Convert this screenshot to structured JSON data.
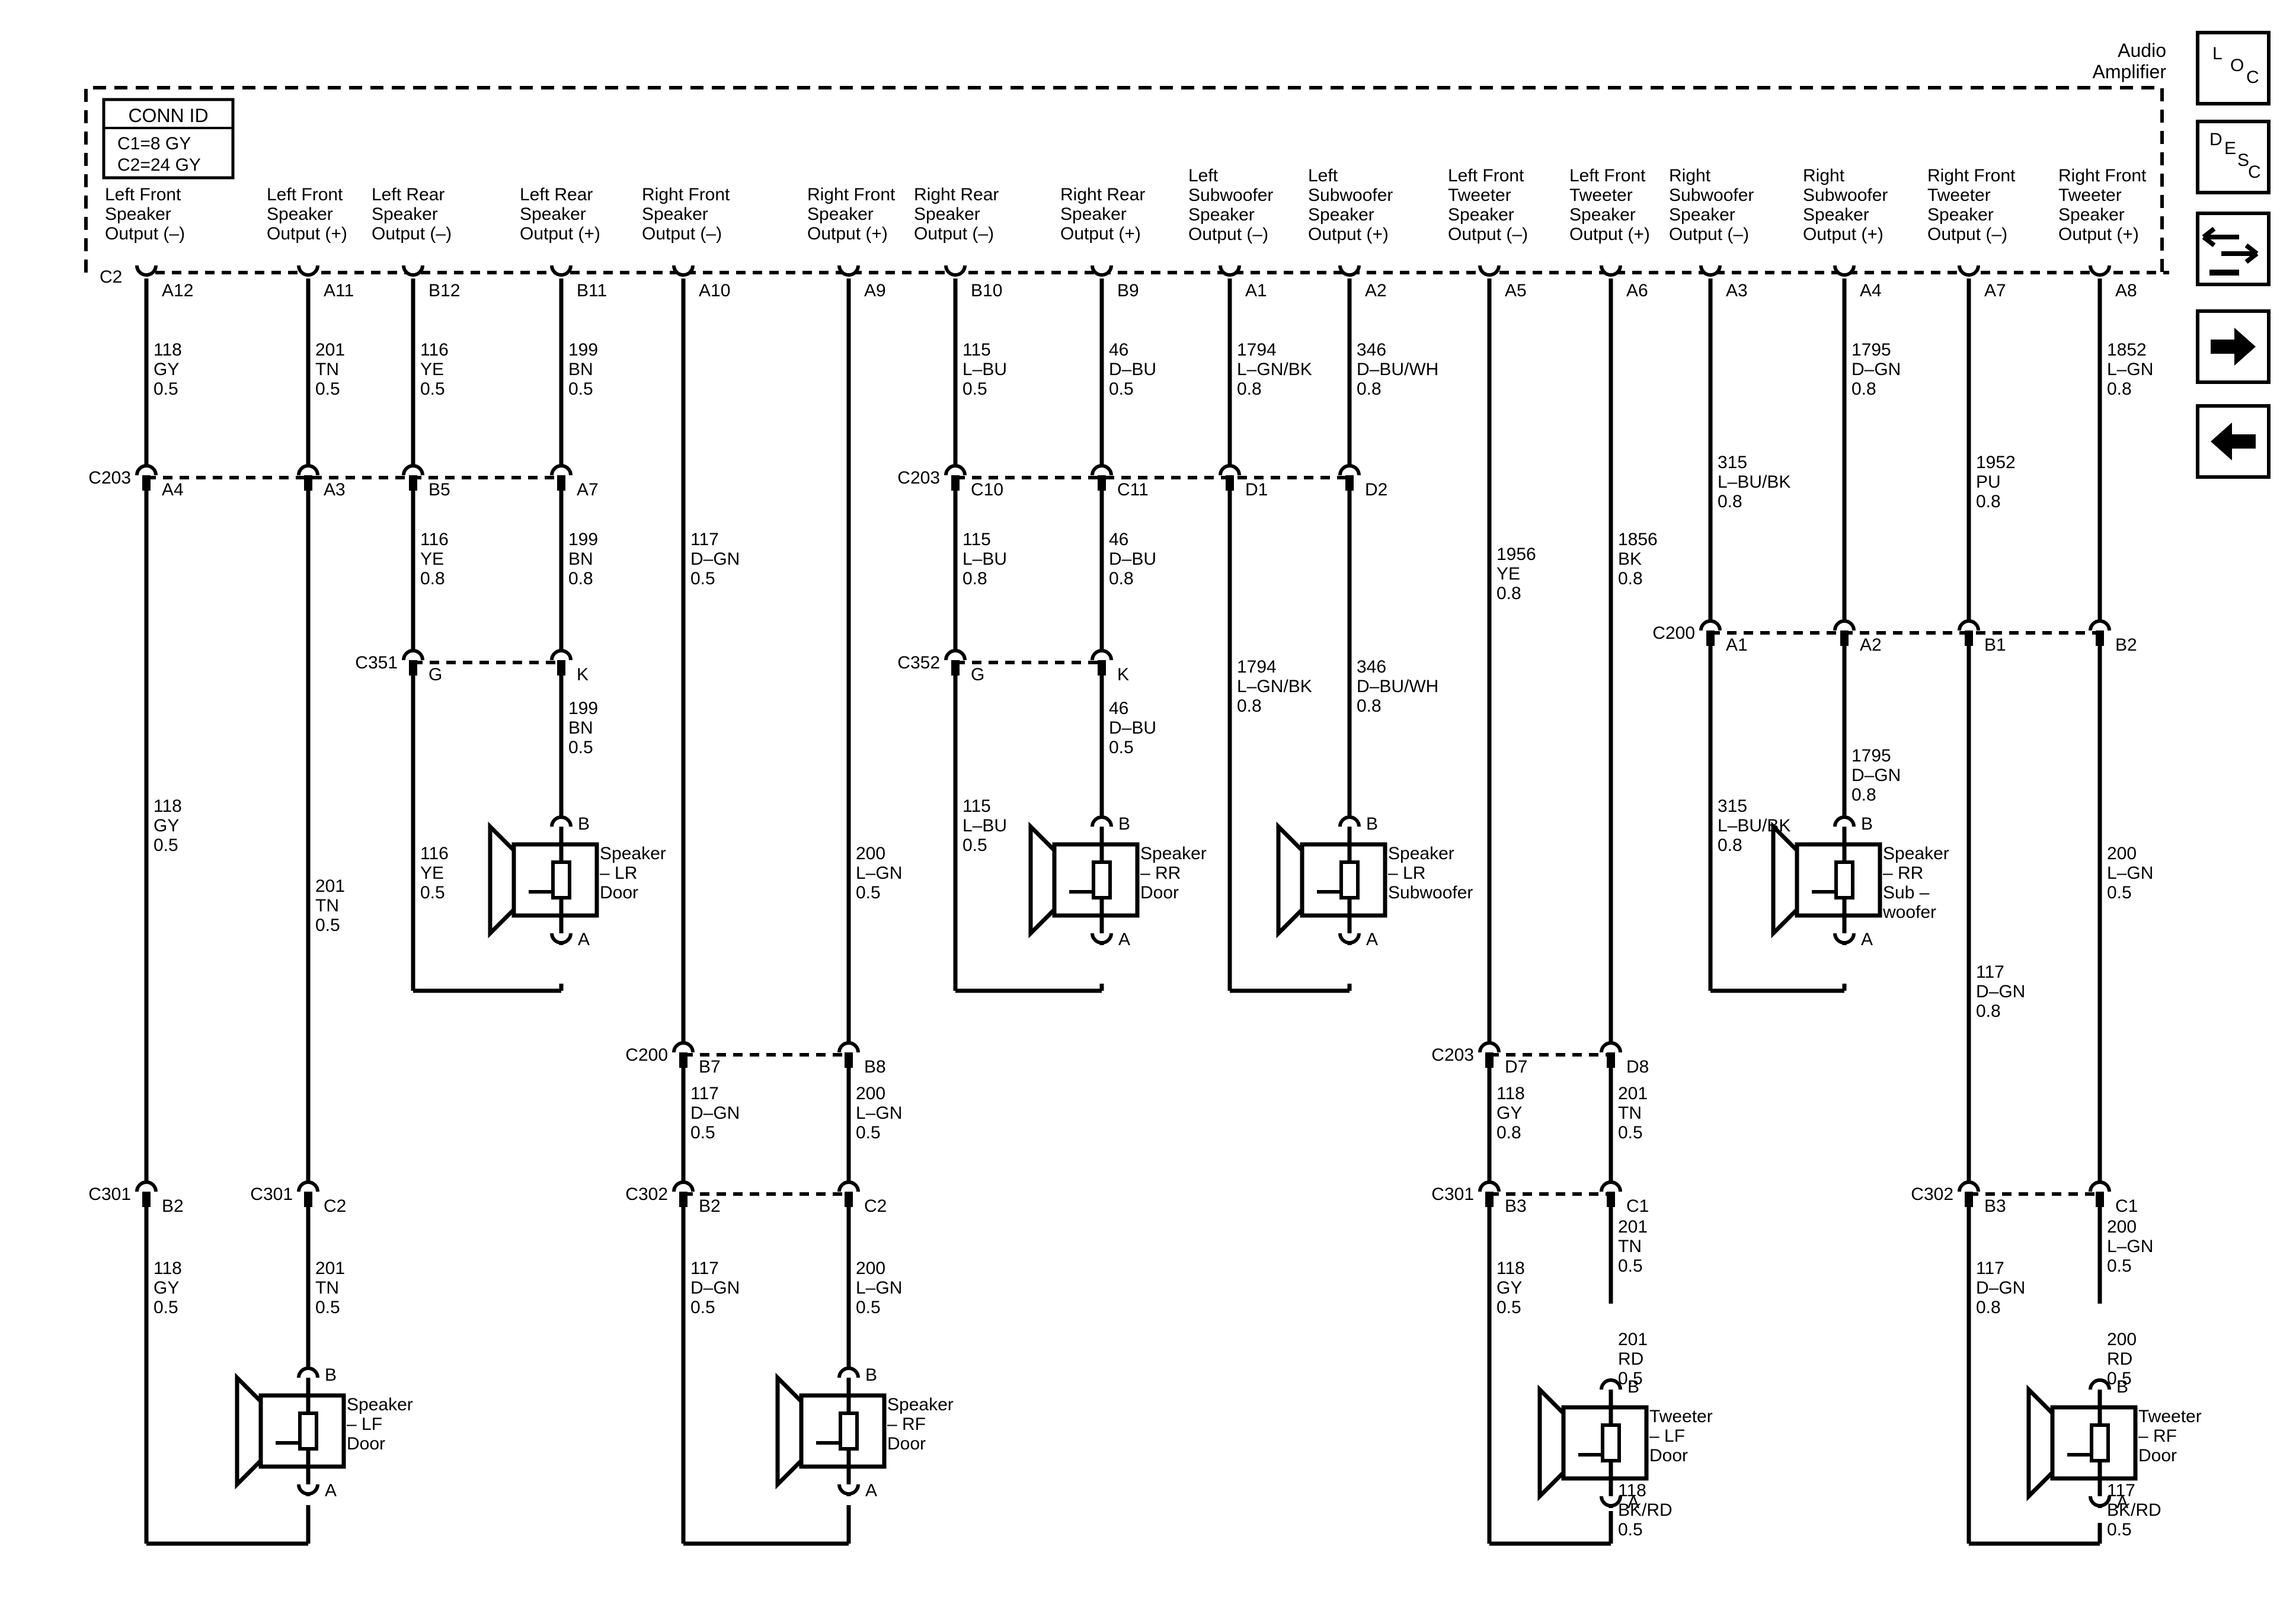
{
  "module": {
    "line1": "Audio",
    "line2": "Amplifier"
  },
  "conn_id": {
    "title": "CONN ID",
    "line1": "C1=8 GY",
    "line2": "C2=24 GY"
  },
  "side_buttons": [
    {
      "icon": "loc-icon",
      "glyph": "LOC"
    },
    {
      "icon": "desc-icon",
      "glyph": "DESC"
    },
    {
      "icon": "wrench-vehicle-icon",
      "glyph": ""
    },
    {
      "icon": "arrow-right-icon",
      "glyph": ""
    },
    {
      "icon": "arrow-left-icon",
      "glyph": ""
    }
  ],
  "amp_connector": "C2",
  "outputs": [
    {
      "label": [
        "Left Front",
        "Speaker",
        "Output (–)"
      ],
      "pin": "A12"
    },
    {
      "label": [
        "Left Front",
        "Speaker",
        "Output (+)"
      ],
      "pin": "A11"
    },
    {
      "label": [
        "Left Rear",
        "Speaker",
        "Output (–)"
      ],
      "pin": "B12"
    },
    {
      "label": [
        "Left Rear",
        "Speaker",
        "Output (+)"
      ],
      "pin": "B11"
    },
    {
      "label": [
        "Right Front",
        "Speaker",
        "Output (–)"
      ],
      "pin": "A10"
    },
    {
      "label": [
        "Right Front",
        "Speaker",
        "Output (+)"
      ],
      "pin": "A9"
    },
    {
      "label": [
        "Right Rear",
        "Speaker",
        "Output (–)"
      ],
      "pin": "B10"
    },
    {
      "label": [
        "Right Rear",
        "Speaker",
        "Output (+)"
      ],
      "pin": "B9"
    },
    {
      "label": [
        "Left",
        "Subwoofer",
        "Speaker",
        "Output (–)"
      ],
      "pin": "A1"
    },
    {
      "label": [
        "Left",
        "Subwoofer",
        "Speaker",
        "Output (+)"
      ],
      "pin": "A2"
    },
    {
      "label": [
        "Left Front",
        "Tweeter",
        "Speaker",
        "Output (–)"
      ],
      "pin": "A5"
    },
    {
      "label": [
        "Left Front",
        "Tweeter",
        "Speaker",
        "Output (+)"
      ],
      "pin": "A6"
    },
    {
      "label": [
        "Right",
        "Subwoofer",
        "Speaker",
        "Output (–)"
      ],
      "pin": "A3"
    },
    {
      "label": [
        "Right",
        "Subwoofer",
        "Speaker",
        "Output (+)"
      ],
      "pin": "A4"
    },
    {
      "label": [
        "Right Front",
        "Tweeter",
        "Speaker",
        "Output (–)"
      ],
      "pin": "A7"
    },
    {
      "label": [
        "Right Front",
        "Tweeter",
        "Speaker",
        "Output (+)"
      ],
      "pin": "A8"
    }
  ],
  "wire_labels": [
    {
      "col": 0,
      "row": 0,
      "lines": [
        "118",
        "GY",
        "0.5"
      ]
    },
    {
      "col": 1,
      "row": 0,
      "lines": [
        "201",
        "TN",
        "0.5"
      ]
    },
    {
      "col": 2,
      "row": 0,
      "lines": [
        "116",
        "YE",
        "0.5"
      ]
    },
    {
      "col": 3,
      "row": 0,
      "lines": [
        "199",
        "BN",
        "0.5"
      ]
    },
    {
      "col": 6,
      "row": 0,
      "lines": [
        "115",
        "L–BU",
        "0.5"
      ]
    },
    {
      "col": 7,
      "row": 0,
      "lines": [
        "46",
        "D–BU",
        "0.5"
      ]
    },
    {
      "col": 8,
      "row": 0,
      "lines": [
        "1794",
        "L–GN/BK",
        "0.8"
      ]
    },
    {
      "col": 9,
      "row": 0,
      "lines": [
        "346",
        "D–BU/WH",
        "0.8"
      ]
    },
    {
      "col": 12,
      "row": 1,
      "lines": [
        "315",
        "L–BU/BK",
        "0.8"
      ]
    },
    {
      "col": 13,
      "row": 0,
      "lines": [
        "1795",
        "D–GN",
        "0.8"
      ]
    },
    {
      "col": 14,
      "row": 1,
      "lines": [
        "1952",
        "PU",
        "0.8"
      ]
    },
    {
      "col": 15,
      "row": 0,
      "lines": [
        "1852",
        "L–GN",
        "0.8"
      ]
    },
    {
      "col": 2,
      "row": 2,
      "lines": [
        "116",
        "YE",
        "0.8"
      ]
    },
    {
      "col": 3,
      "row": 2,
      "lines": [
        "199",
        "BN",
        "0.8"
      ]
    },
    {
      "col": 4,
      "row": 2,
      "lines": [
        "117",
        "D–GN",
        "0.5"
      ]
    },
    {
      "col": 6,
      "row": 2,
      "lines": [
        "115",
        "L–BU",
        "0.8"
      ]
    },
    {
      "col": 7,
      "row": 2,
      "lines": [
        "46",
        "D–BU",
        "0.8"
      ]
    },
    {
      "col": 10,
      "row": 3,
      "lines": [
        "1956",
        "YE",
        "0.8"
      ]
    },
    {
      "col": 11,
      "row": 2,
      "lines": [
        "1856",
        "BK",
        "0.8"
      ]
    },
    {
      "col": 3,
      "row": 4,
      "lines": [
        "199",
        "BN",
        "0.5"
      ]
    },
    {
      "col": 7,
      "row": 4,
      "lines": [
        "46",
        "D–BU",
        "0.5"
      ]
    },
    {
      "col": 8,
      "row": 5,
      "lines": [
        "1794",
        "L–GN/BK",
        "0.8"
      ]
    },
    {
      "col": 9,
      "row": 5,
      "lines": [
        "346",
        "D–BU/WH",
        "0.8"
      ]
    },
    {
      "col": 13,
      "row": 6,
      "lines": [
        "1795",
        "D–GN",
        "0.8"
      ]
    },
    {
      "col": 0,
      "row": 7,
      "lines": [
        "118",
        "GY",
        "0.5"
      ]
    },
    {
      "col": 6,
      "row": 7,
      "lines": [
        "115",
        "L–BU",
        "0.5"
      ]
    },
    {
      "col": 12,
      "row": 7,
      "lines": [
        "315",
        "L–BU/BK",
        "0.8"
      ]
    },
    {
      "col": 2,
      "row": 8,
      "lines": [
        "116",
        "YE",
        "0.5"
      ]
    },
    {
      "col": 5,
      "row": 8,
      "lines": [
        "200",
        "L–GN",
        "0.5"
      ]
    },
    {
      "col": 15,
      "row": 8,
      "lines": [
        "200",
        "L–GN",
        "0.5"
      ]
    },
    {
      "col": 1,
      "row": 9,
      "lines": [
        "201",
        "TN",
        "0.5"
      ]
    },
    {
      "col": 14,
      "row": 10,
      "lines": [
        "117",
        "D–GN",
        "0.8"
      ]
    },
    {
      "col": 4,
      "row": 11,
      "lines": [
        "117",
        "D–GN",
        "0.5"
      ]
    },
    {
      "col": 5,
      "row": 11,
      "lines": [
        "200",
        "L–GN",
        "0.5"
      ]
    },
    {
      "col": 10,
      "row": 11,
      "lines": [
        "118",
        "GY",
        "0.8"
      ]
    },
    {
      "col": 11,
      "row": 11,
      "lines": [
        "201",
        "TN",
        "0.5"
      ]
    },
    {
      "col": 11,
      "row": 12,
      "lines": [
        "201",
        "TN",
        "0.5"
      ]
    },
    {
      "col": 15,
      "row": 12,
      "lines": [
        "200",
        "L–GN",
        "0.5"
      ]
    },
    {
      "col": 0,
      "row": 13,
      "lines": [
        "118",
        "GY",
        "0.5"
      ]
    },
    {
      "col": 1,
      "row": 13,
      "lines": [
        "201",
        "TN",
        "0.5"
      ]
    },
    {
      "col": 4,
      "row": 13,
      "lines": [
        "117",
        "D–GN",
        "0.5"
      ]
    },
    {
      "col": 5,
      "row": 13,
      "lines": [
        "200",
        "L–GN",
        "0.5"
      ]
    },
    {
      "col": 10,
      "row": 13,
      "lines": [
        "118",
        "GY",
        "0.5"
      ]
    },
    {
      "col": 14,
      "row": 13,
      "lines": [
        "117",
        "D–GN",
        "0.8"
      ]
    },
    {
      "col": 11,
      "row": 14,
      "lines": [
        "201",
        "RD",
        "0.5"
      ]
    },
    {
      "col": 15,
      "row": 14,
      "lines": [
        "200",
        "RD",
        "0.5"
      ]
    },
    {
      "col": 11,
      "row": 15,
      "lines": [
        "118",
        "BK/RD",
        "0.5"
      ]
    },
    {
      "col": 15,
      "row": 15,
      "lines": [
        "117",
        "BK/RD",
        "0.5"
      ]
    }
  ],
  "connectors": [
    {
      "name": "C203",
      "row": 0,
      "pins": [
        {
          "col": 0,
          "pin": "A4"
        },
        {
          "col": 1,
          "pin": "A3"
        },
        {
          "col": 2,
          "pin": "B5"
        },
        {
          "col": 3,
          "pin": "A7"
        }
      ]
    },
    {
      "name": "C203",
      "row": 0,
      "pins": [
        {
          "col": 6,
          "pin": "C10"
        },
        {
          "col": 7,
          "pin": "C11"
        },
        {
          "col": 8,
          "pin": "D1"
        },
        {
          "col": 9,
          "pin": "D2"
        }
      ]
    },
    {
      "name": "C351",
      "row": 1,
      "pins": [
        {
          "col": 2,
          "pin": "G"
        },
        {
          "col": 3,
          "pin": "K"
        }
      ]
    },
    {
      "name": "C352",
      "row": 1,
      "pins": [
        {
          "col": 6,
          "pin": "G"
        },
        {
          "col": 7,
          "pin": "K"
        }
      ]
    },
    {
      "name": "C200",
      "row": 2,
      "pins": [
        {
          "col": 12,
          "pin": "A1"
        },
        {
          "col": 13,
          "pin": "A2"
        },
        {
          "col": 14,
          "pin": "B1"
        },
        {
          "col": 15,
          "pin": "B2"
        }
      ]
    },
    {
      "name": "C200",
      "row": 3,
      "pins": [
        {
          "col": 4,
          "pin": "B7"
        },
        {
          "col": 5,
          "pin": "B8"
        }
      ]
    },
    {
      "name": "C203",
      "row": 3,
      "pins": [
        {
          "col": 10,
          "pin": "D7"
        },
        {
          "col": 11,
          "pin": "D8"
        }
      ]
    },
    {
      "name": "C301",
      "row": 4,
      "pins": [
        {
          "col": 0,
          "pin": "B2"
        }
      ]
    },
    {
      "name": "C301",
      "row": 4,
      "pins": [
        {
          "col": 1,
          "pin": "C2"
        }
      ]
    },
    {
      "name": "C302",
      "row": 4,
      "pins": [
        {
          "col": 4,
          "pin": "B2"
        },
        {
          "col": 5,
          "pin": "C2"
        }
      ]
    },
    {
      "name": "C301",
      "row": 4,
      "pins": [
        {
          "col": 10,
          "pin": "B3"
        },
        {
          "col": 11,
          "pin": "C1"
        }
      ]
    },
    {
      "name": "C302",
      "row": 4,
      "pins": [
        {
          "col": 14,
          "pin": "B3"
        },
        {
          "col": 15,
          "pin": "C1"
        }
      ]
    }
  ],
  "speakers": [
    {
      "kind": "speaker",
      "cols": [
        2,
        3
      ],
      "label": [
        "Speaker",
        "– LR",
        "Door"
      ],
      "pin_top": "B",
      "pin_bottom": "A"
    },
    {
      "kind": "speaker",
      "cols": [
        6,
        7
      ],
      "label": [
        "Speaker",
        "– RR",
        "Door"
      ],
      "pin_top": "B",
      "pin_bottom": "A"
    },
    {
      "kind": "speaker",
      "cols": [
        8,
        9
      ],
      "label": [
        "Speaker",
        "– LR",
        "Subwoofer"
      ],
      "pin_top": "B",
      "pin_bottom": "A"
    },
    {
      "kind": "speaker",
      "cols": [
        12,
        13
      ],
      "label": [
        "Speaker",
        "– RR",
        "Sub –",
        "woofer"
      ],
      "pin_top": "B",
      "pin_bottom": "A"
    },
    {
      "kind": "speaker",
      "cols": [
        0,
        1
      ],
      "label": [
        "Speaker",
        "– LF",
        "Door"
      ],
      "pin_top": "B",
      "pin_bottom": "A"
    },
    {
      "kind": "speaker",
      "cols": [
        4,
        5
      ],
      "label": [
        "Speaker",
        "– RF",
        "Door"
      ],
      "pin_top": "B",
      "pin_bottom": "A"
    },
    {
      "kind": "tweeter",
      "cols": [
        10,
        11
      ],
      "label": [
        "Tweeter",
        "– LF",
        "Door"
      ],
      "pin_top": "B",
      "pin_bottom": "A"
    },
    {
      "kind": "tweeter",
      "cols": [
        14,
        15
      ],
      "label": [
        "Tweeter",
        "– RF",
        "Door"
      ],
      "pin_top": "B",
      "pin_bottom": "A"
    }
  ]
}
